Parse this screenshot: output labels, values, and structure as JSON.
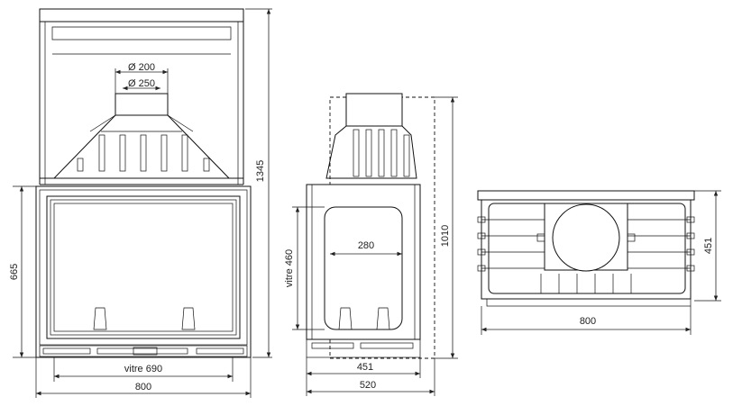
{
  "front": {
    "diam_small": "Ø 200",
    "diam_large": "Ø 250",
    "height_total": "1345",
    "height_body": "665",
    "glass_width": "vitre 690",
    "width": "800"
  },
  "side": {
    "height_total": "1010",
    "glass_height": "vitre 460",
    "inner_width": "280",
    "depth_body": "451",
    "depth_total": "520"
  },
  "top": {
    "depth": "451",
    "width": "800"
  }
}
